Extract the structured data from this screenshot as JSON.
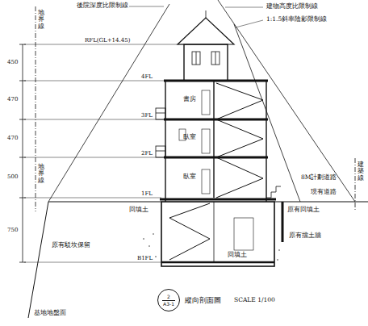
{
  "diagram": {
    "caption": "縱向剖面圖",
    "nodes": [
      {
        "text": [
          "2",
          "A3-1"
        ]
      }
    ],
    "labels": [
      "後院深度比限制線",
      "建物高度比限制線",
      "1:1.5斜率陰影限制線",
      "地界線",
      "地界線",
      "建築線",
      "8M計劃道路",
      "現有道路",
      "原有擋土牆",
      "回填土",
      "回填土",
      "原有回填土",
      "原有駁坎保留",
      "基地地盤面",
      "書房",
      "臥室",
      "臥室",
      "RFL(GL+14.45)",
      "4FL",
      "3FL",
      "2FL",
      "1FL",
      "B1FL",
      "450",
      "470",
      "470",
      "500",
      "750",
      "SCALE 1/100"
    ]
  }
}
